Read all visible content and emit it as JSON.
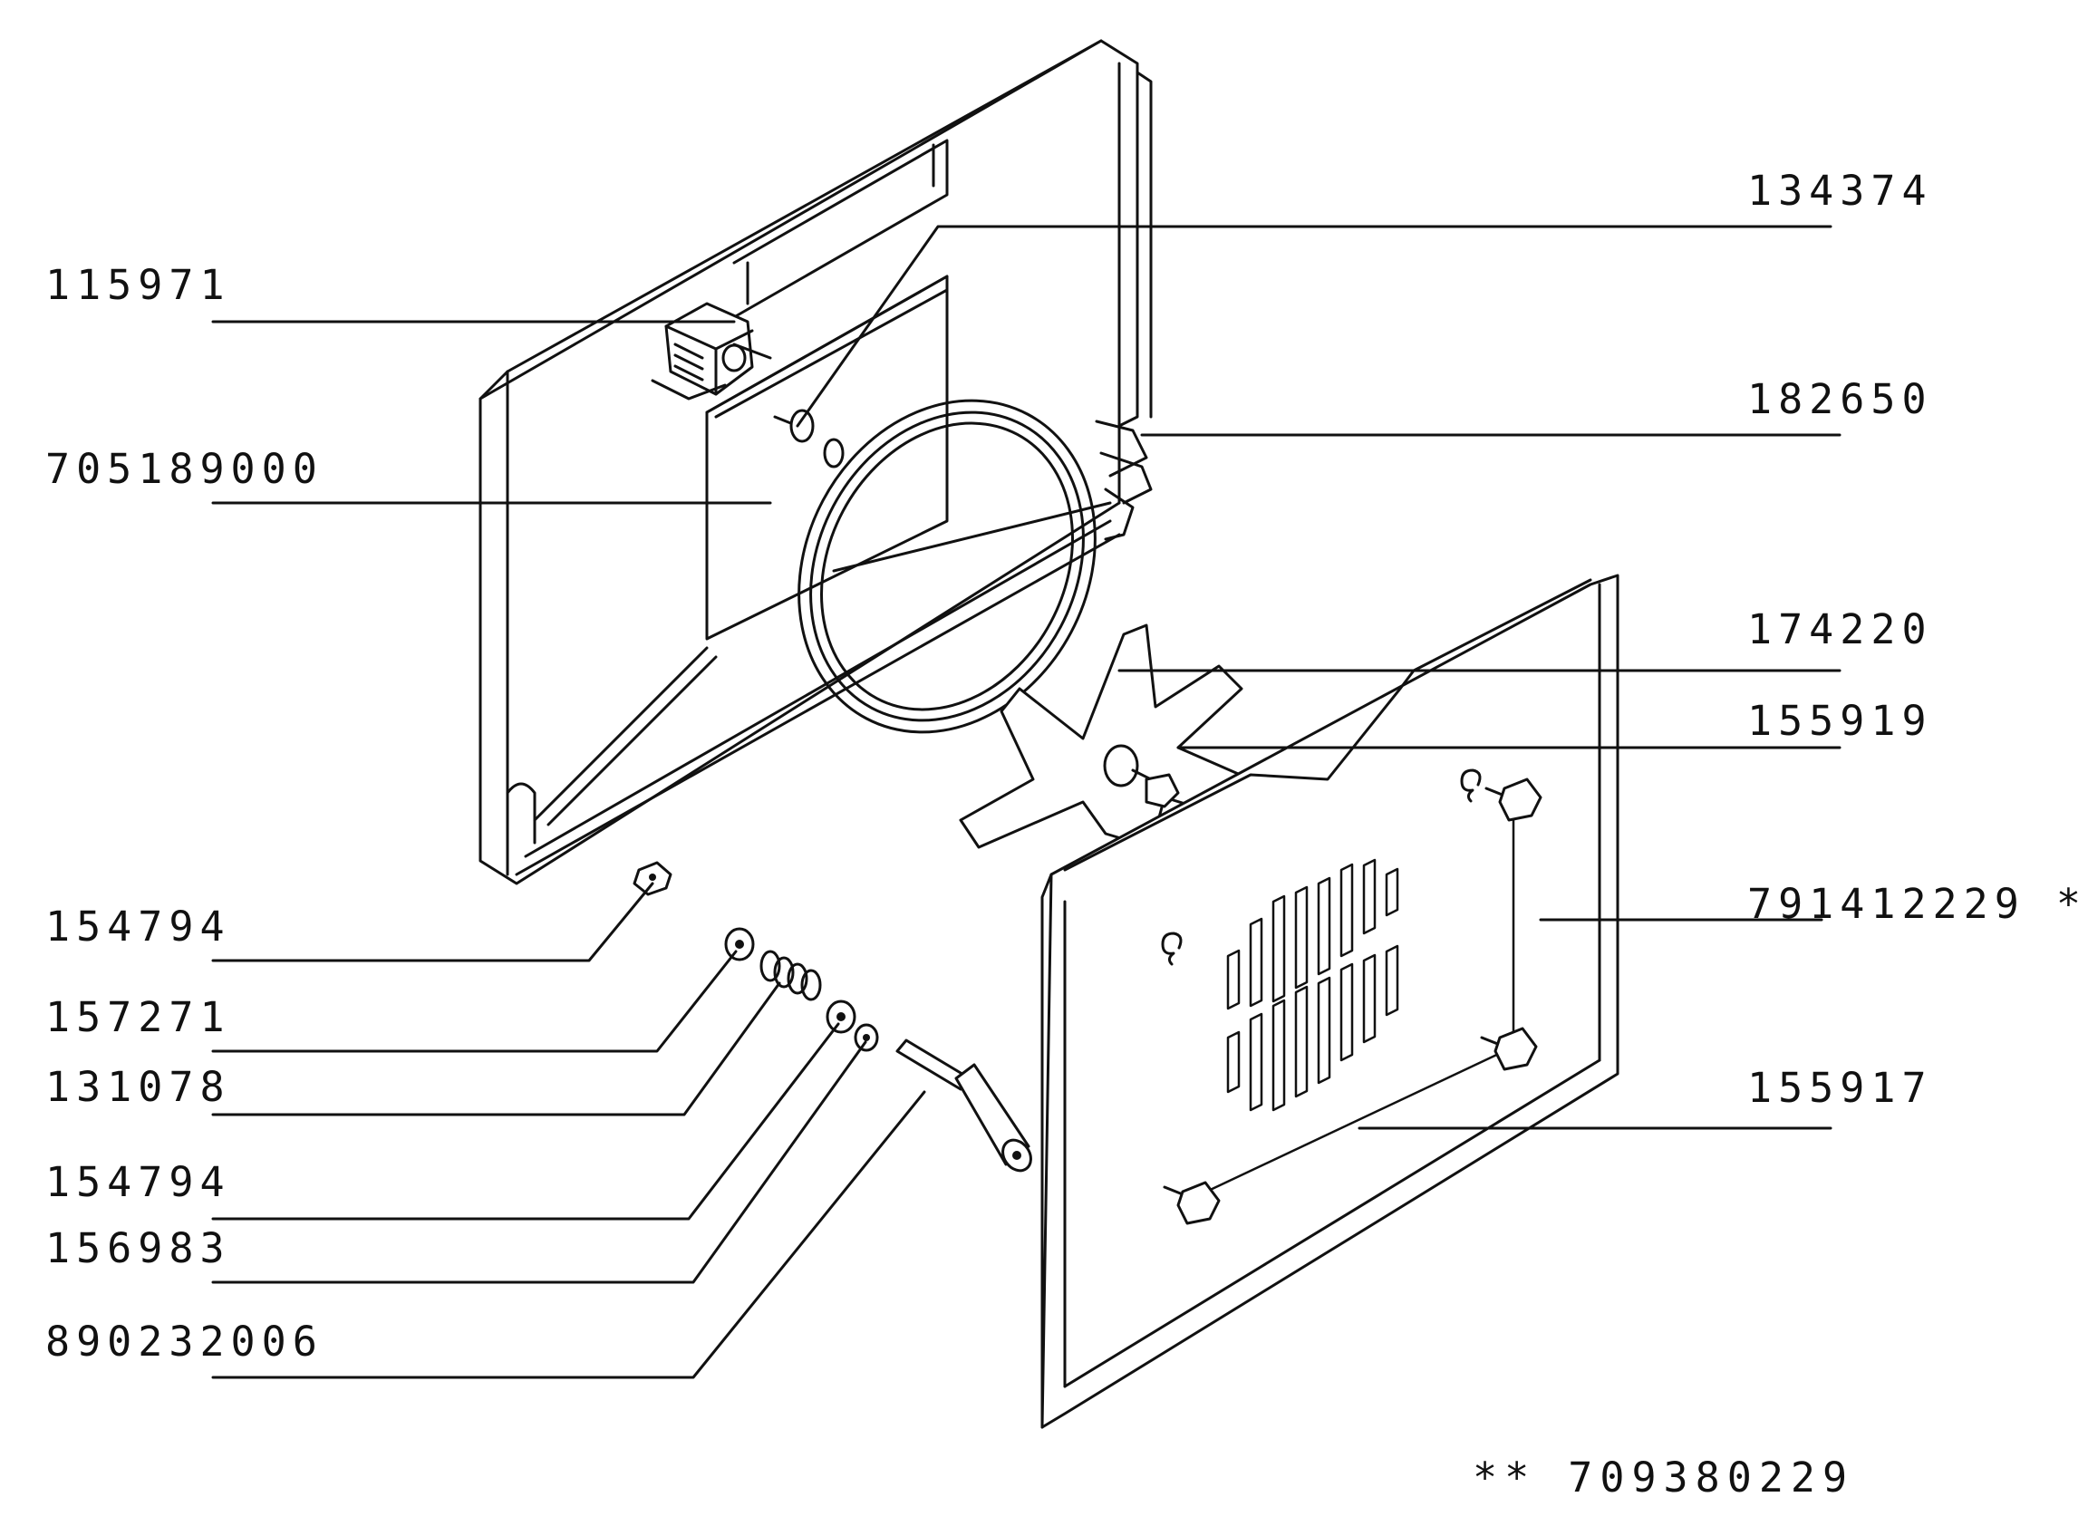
{
  "labels": {
    "p134374": "134374",
    "p115971": "115971",
    "p182650": "182650",
    "p705189000": "705189000",
    "p174220": "174220",
    "p155919": "155919",
    "p154794_top": "154794",
    "p791412229": "791412229 **",
    "p157271": "157271",
    "p131078": "131078",
    "p154794_bottom": "154794",
    "p155917": "155917",
    "p156983": "156983",
    "p890232006": "890232006"
  },
  "footnote": "** 709380229"
}
